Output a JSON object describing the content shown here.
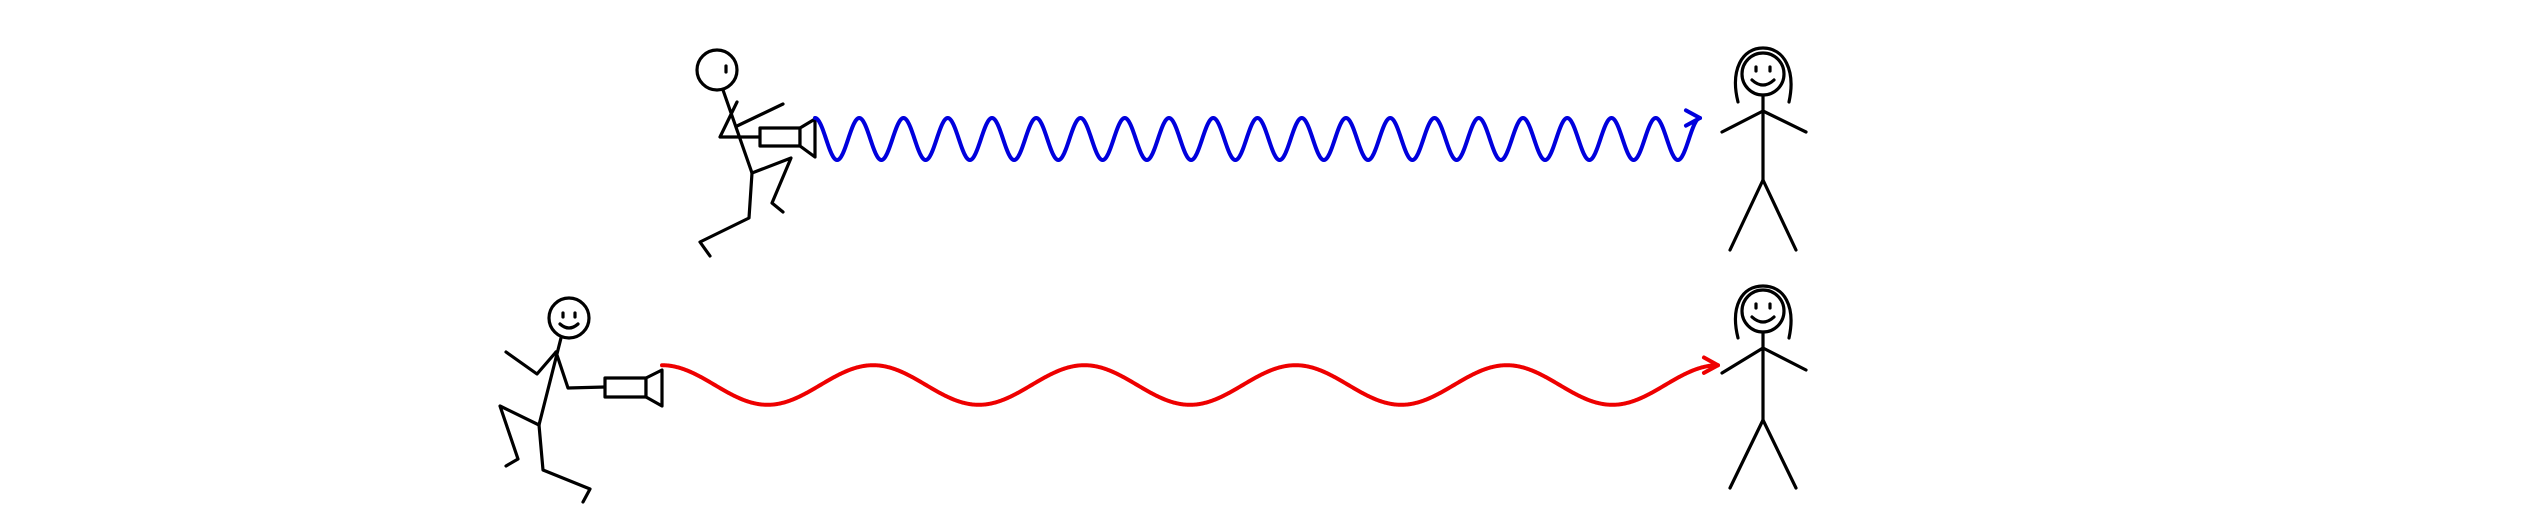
{
  "colors": {
    "background": "#ffffff",
    "figure_stroke": "#000000",
    "flashlight_fill": "#ffffff",
    "wave_short": "#0000dd",
    "wave_long": "#ee0000"
  },
  "scenes": [
    {
      "id": "short-wavelength",
      "wave_color_key": "wave_short",
      "wave_cycles": 20,
      "wave_amplitude_relative": 1.0
    },
    {
      "id": "long-wavelength",
      "wave_color_key": "wave_long",
      "wave_cycles": 5,
      "wave_amplitude_relative": 0.6
    }
  ]
}
